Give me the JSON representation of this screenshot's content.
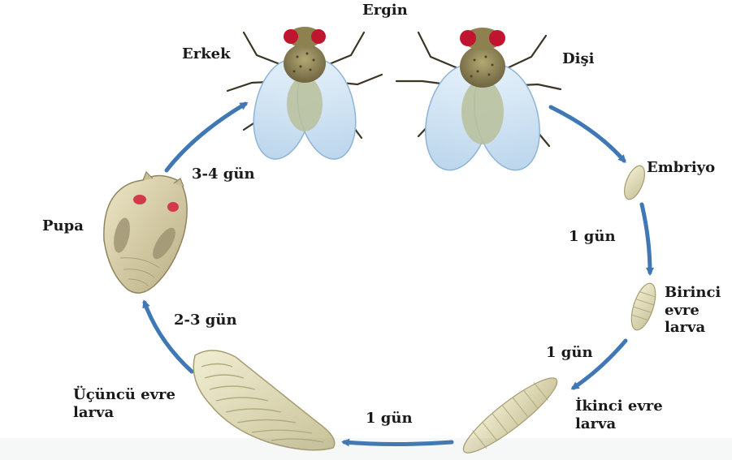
{
  "labels": {
    "adult": "Ergin",
    "male": "Erkek",
    "female": "Dişi",
    "embryo": "Embriyo",
    "first_instar": "Birinci\nevre\nlarva",
    "second_instar": "İkinci evre\nlarva",
    "third_instar": "Üçüncü evre\nlarva",
    "pupa": "Pupa"
  },
  "durations": {
    "embryo_to_first": "1 gün",
    "first_to_second": "1 gün",
    "second_to_third": "1 gün",
    "third_to_pupa": "2-3 gün",
    "pupa_to_adult": "3-4 gün"
  },
  "colors": {
    "arrow": "#3f78b5",
    "eye": "#c0152f",
    "thorax": "#8a7f4e",
    "wing": "#cfe3f3",
    "larva": "#e6e1bd",
    "pupa": "#d8cfa6"
  }
}
